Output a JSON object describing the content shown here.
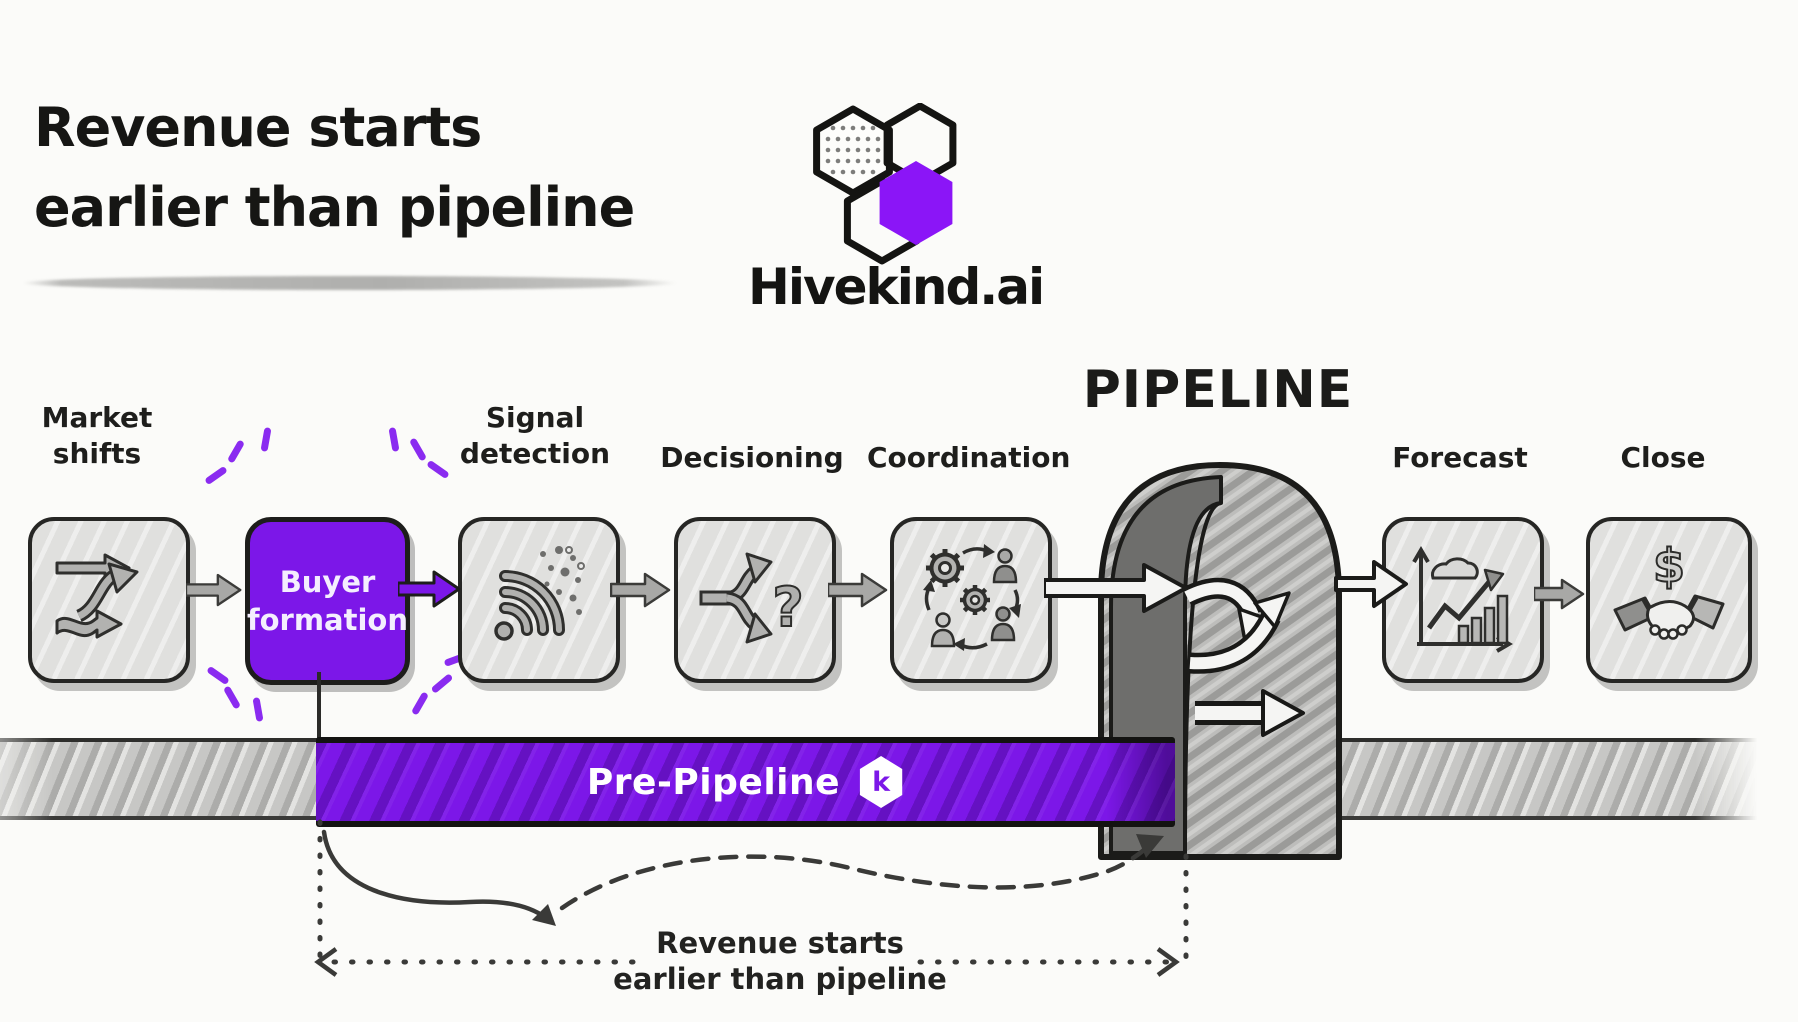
{
  "title": {
    "line1": "Revenue starts",
    "line2": "earlier than pipeline"
  },
  "logo": {
    "text": "Hivekind.ai"
  },
  "stages": [
    {
      "id": "market-shifts",
      "line1": "Market",
      "line2": "shifts",
      "icon": "diverging-arrows-icon"
    },
    {
      "id": "buyer-formation",
      "line1": "Buyer",
      "line2": "formation",
      "icon": "highlighted-box",
      "highlighted": true
    },
    {
      "id": "signal-detection",
      "line1": "Signal",
      "line2": "detection",
      "icon": "radar-signal-icon"
    },
    {
      "id": "decisioning",
      "line1": "Decisioning",
      "line2": "",
      "icon": "branching-question-icon"
    },
    {
      "id": "coordination",
      "line1": "Coordination",
      "line2": "",
      "icon": "gears-people-icon"
    },
    {
      "id": "forecast",
      "line1": "Forecast",
      "line2": "",
      "icon": "trend-chart-icon"
    },
    {
      "id": "close",
      "line1": "Close",
      "line2": "",
      "icon": "dollar-handshake-icon"
    }
  ],
  "pipeline": {
    "label": "PIPELINE"
  },
  "pre_pipeline": {
    "label": "Pre-Pipeline",
    "badge_letter": "k"
  },
  "annotation": {
    "line1": "Revenue starts",
    "line2": "earlier than pipeline"
  },
  "icons": {
    "question_mark": "?",
    "dollar_sign": "$"
  },
  "colors": {
    "purple": "#7c17e8",
    "purple_dark": "#4e0a9e",
    "logo_purple": "#8b15f7",
    "ink": "#1c1c1a",
    "box_fill": "#e0e0de",
    "band_fill": "#cbcbc9",
    "arrow_fill": "#a8a8a6",
    "paper": "#fbfbf9",
    "arrow_white": "#f5f5f3"
  }
}
